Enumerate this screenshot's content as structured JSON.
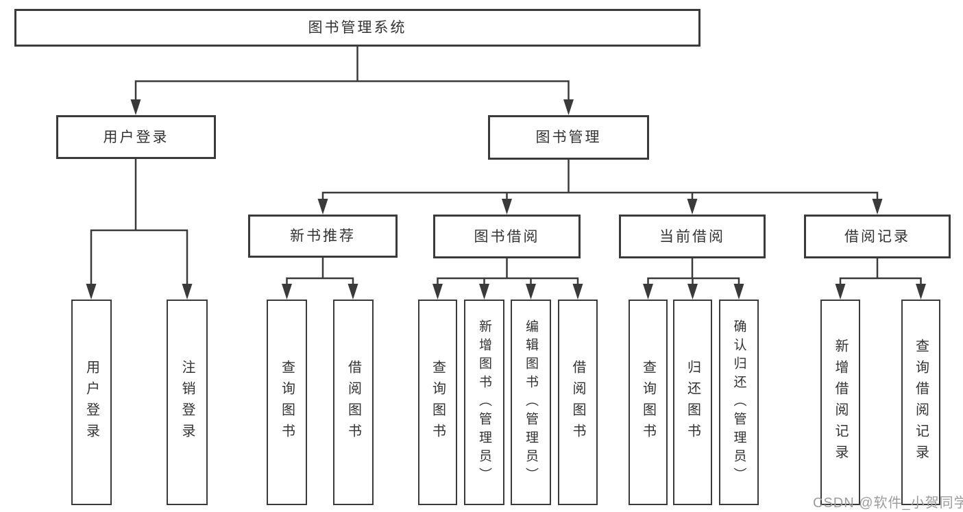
{
  "title": {
    "label": "图书管理系统"
  },
  "level2": [
    {
      "label": "用户登录"
    },
    {
      "label": "图书管理"
    }
  ],
  "level3": [
    {
      "label": "新书推荐"
    },
    {
      "label": "图书借阅"
    },
    {
      "label": "当前借阅"
    },
    {
      "label": "借阅记录"
    }
  ],
  "leaves": [
    {
      "label": "用户登录"
    },
    {
      "label": "注销登录"
    },
    {
      "label": "查询图书"
    },
    {
      "label": "借阅图书"
    },
    {
      "label": "查询图书"
    },
    {
      "label": "新增图书（管理员）"
    },
    {
      "label": "编辑图书（管理员）"
    },
    {
      "label": "借阅图书"
    },
    {
      "label": "查询图书"
    },
    {
      "label": "归还图书"
    },
    {
      "label": "确认归还（管理员）"
    },
    {
      "label": "新增借阅记录"
    },
    {
      "label": "查询借阅记录"
    }
  ],
  "watermark": {
    "text": "CSDN @软件_小贺同学"
  },
  "colors": {
    "background": "#ffffff",
    "box_border": "#3a3a3a",
    "line": "#3a3a3a",
    "text": "#333333",
    "watermark": "#9c9c9c"
  }
}
